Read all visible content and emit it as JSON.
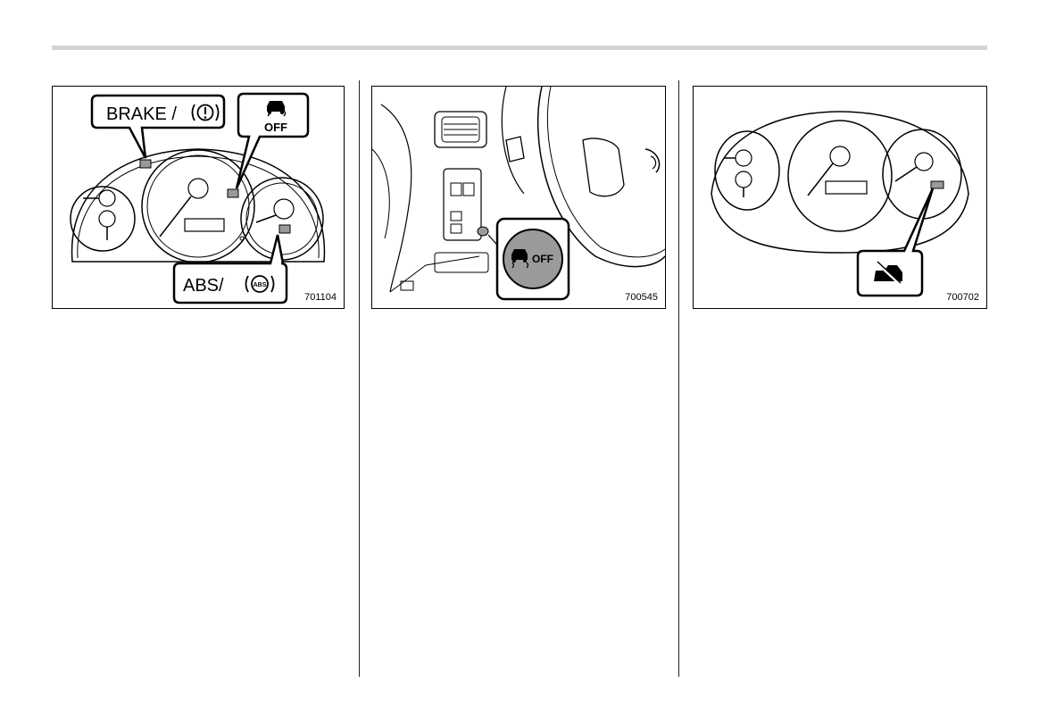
{
  "figures": [
    {
      "code": "701104",
      "callouts": {
        "brake": "BRAKE / ",
        "abs": "ABS/",
        "abs_badge": "ABS",
        "tc_off": "OFF"
      }
    },
    {
      "code": "700545",
      "callouts": {
        "button_off": "OFF"
      }
    },
    {
      "code": "700702"
    }
  ]
}
